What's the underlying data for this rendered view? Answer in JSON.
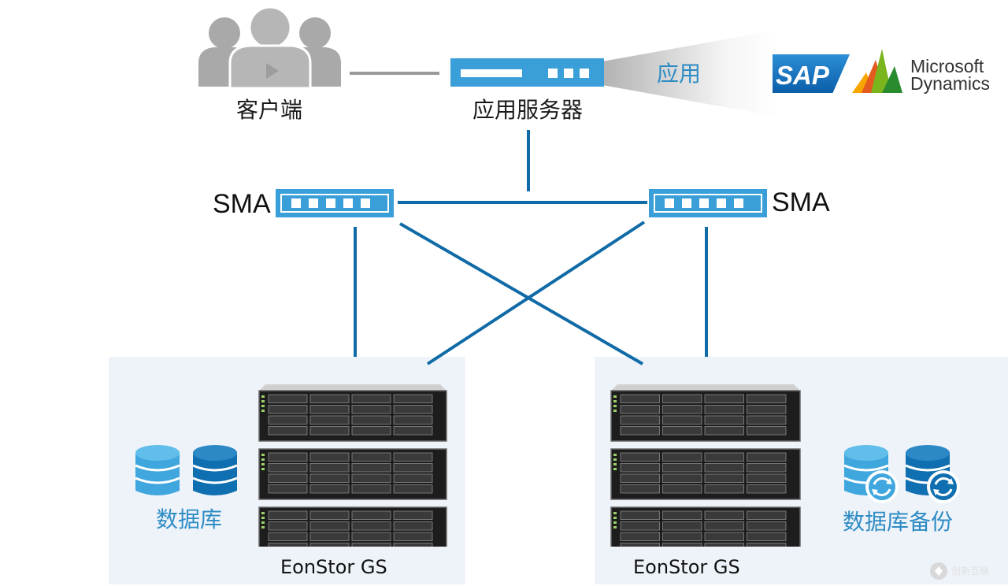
{
  "nodes": {
    "client": "客户端",
    "app_server": "应用服务器",
    "application": "应用",
    "sma_left": "SMA",
    "sma_right": "SMA",
    "storage_left": "EonStor GS",
    "storage_right": "EonStor GS",
    "database": "数据库",
    "database_backup": "数据库备份"
  },
  "logos": {
    "sap": "SAP",
    "ms_line1": "Microsoft",
    "ms_line2": "Dynamics"
  },
  "colors": {
    "link": "#0f6aa6",
    "accent_blue": "#2e8cc4",
    "panel": "#eef3fa",
    "server_blue": "#3a9fd8",
    "person_gray": "#a9a9a9"
  },
  "icons": [
    "users-icon",
    "server-icon",
    "switch-icon",
    "storage-array-icon",
    "database-icon",
    "database-sync-icon",
    "sap-logo",
    "microsoft-dynamics-logo"
  ]
}
